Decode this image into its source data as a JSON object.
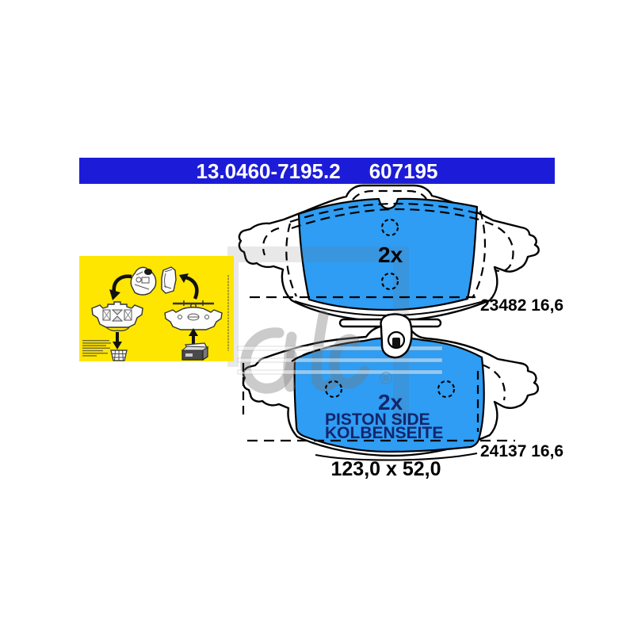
{
  "header": {
    "part_number": "13.0460-7195.2",
    "reference_number": "607195"
  },
  "top_pad": {
    "quantity": "2x",
    "edge_code": "23482 16,6"
  },
  "bottom_pad": {
    "quantity": "2x",
    "piston_side_en": "PISTON SIDE",
    "piston_side_de": "KOLBENSEITE",
    "edge_code": "24137 16,6",
    "dimensions": "123,0 x 52,0"
  },
  "watermark": {
    "brand_script": "ate",
    "registered": "R"
  },
  "colors": {
    "header_blue": "#1c1cd8",
    "pad_blue": "#2e9df3",
    "navy_text": "#15256b",
    "info_yellow": "#ffe600",
    "line_black": "#000000"
  }
}
